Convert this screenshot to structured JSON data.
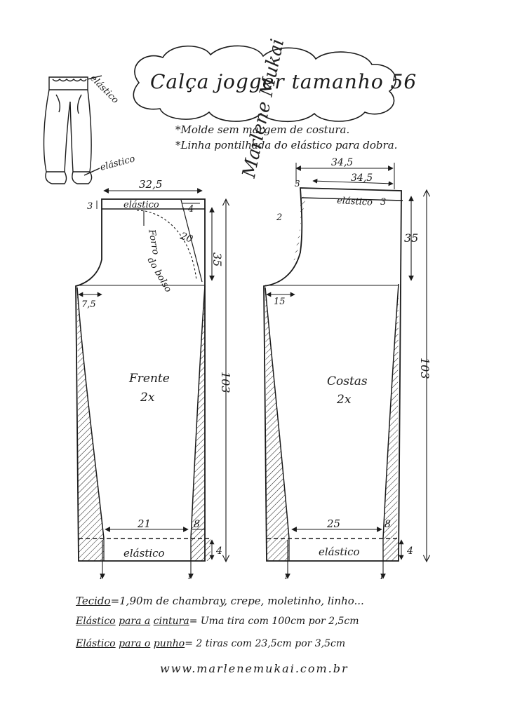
{
  "title": "Calça jogger tamanho 56",
  "notes": [
    "*Molde sem margem de costura.",
    "*Linha pontilhada do elástico para dobra."
  ],
  "illustration": {
    "waist_label": "elástico",
    "cuff_label": "elástico"
  },
  "front": {
    "name": "Frente",
    "qty": "2x",
    "waist_width": "32,5",
    "waistband_label": "elástico",
    "waistband_height": "3",
    "pocket_offset": "4",
    "pocket_diagonal": "20",
    "pocket_label_1": "Forro",
    "pocket_label_2": "do bolso",
    "rise": "35",
    "crotch_ext": "7,5",
    "length": "103",
    "hem_width": "21",
    "hem_side": "8",
    "cuff_label": "elástico",
    "cuff_height": "4",
    "grain_mark": "I"
  },
  "back": {
    "name": "Costas",
    "qty": "2x",
    "waist_width_outer": "34,5",
    "waist_width_inner": "34,5",
    "waistband_label": "elástico",
    "waistband_height": "3",
    "center_drop": "2",
    "top_mark": "3",
    "rise": "35",
    "crotch_ext": "15",
    "length": "103",
    "hem_width": "25",
    "hem_side": "8",
    "cuff_label": "elástico",
    "cuff_height": "4",
    "grain_mark": "I"
  },
  "signature": "Marlene Mukai",
  "footer": {
    "fabric_label": "Tecido",
    "fabric_text": "=1,90m de chambray, crepe, moletinho, linho...",
    "waist_elastic_label": "Elástico",
    "waist_elastic_mid": "para a",
    "waist_elastic_target": "cintura",
    "waist_elastic_text": "= Uma tira com 100cm por 2,5cm",
    "cuff_elastic_label": "Elástico",
    "cuff_elastic_mid": "para o",
    "cuff_elastic_target": "punho",
    "cuff_elastic_text": "= 2 tiras com 23,5cm por 3,5cm"
  },
  "website": "www.marlenemukai.com.br"
}
